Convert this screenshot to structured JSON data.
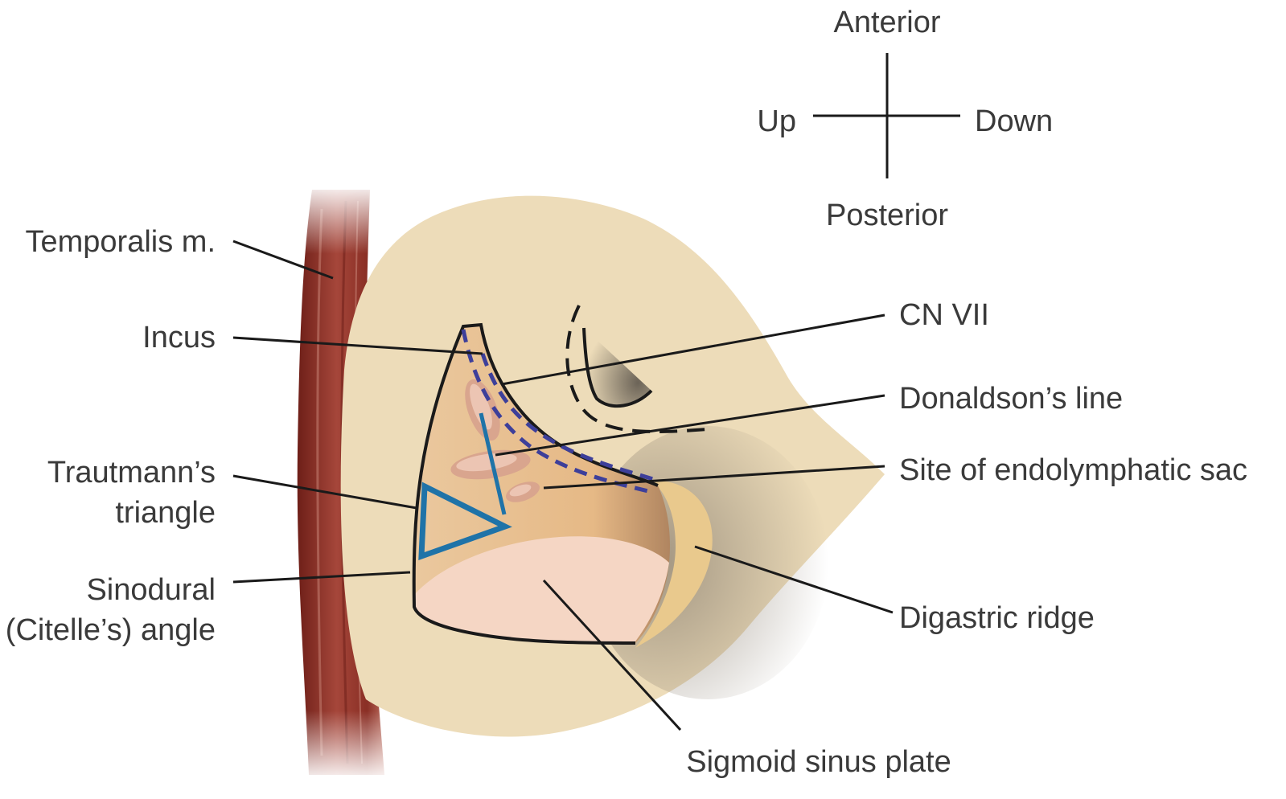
{
  "orientation": {
    "anterior": "Anterior",
    "posterior": "Posterior",
    "up": "Up",
    "down": "Down"
  },
  "labels": {
    "temporalis": "Temporalis m.",
    "incus": "Incus",
    "trautmann_line1": "Trautmann’s",
    "trautmann_line2": "triangle",
    "sinodural_line1": "Sinodural",
    "sinodural_line2": "(Citelle’s) angle",
    "cn_vii": "CN VII",
    "donaldson": "Donaldson’s line",
    "endolymphatic": "Site of endolymphatic sac",
    "digastric": "Digastric ridge",
    "sigmoid": "Sigmoid sinus plate"
  },
  "colors": {
    "bone": "#eddcb9",
    "cavity": "#e8bf8e",
    "sinus_plate": "#f5d6c4",
    "muscle": "#9b3a2f",
    "triangle_outline": "#1f73a8",
    "dashed_line": "#3d3f9a",
    "digastric_ridge": "#e9c98d"
  }
}
